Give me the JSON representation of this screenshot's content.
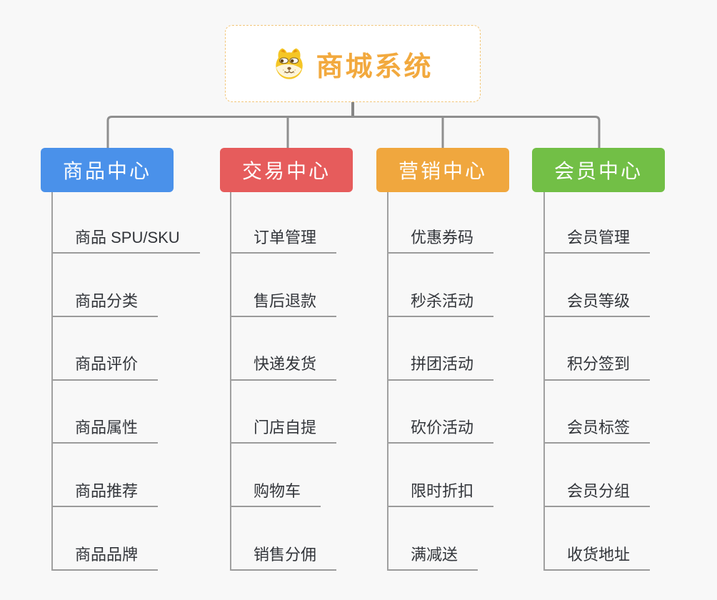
{
  "root": {
    "label": "商城系统",
    "icon": "dog-icon",
    "text_color": "#f2a93e",
    "border_color": "#f2c679"
  },
  "branches": [
    {
      "label": "商品中心",
      "color": "#4a91ea",
      "items": [
        "商品 SPU/SKU",
        "商品分类",
        "商品评价",
        "商品属性",
        "商品推荐",
        "商品品牌"
      ]
    },
    {
      "label": "交易中心",
      "color": "#e65c5c",
      "items": [
        "订单管理",
        "售后退款",
        "快递发货",
        "门店自提",
        "购物车",
        "销售分佣"
      ]
    },
    {
      "label": "营销中心",
      "color": "#f0a73e",
      "items": [
        "优惠券码",
        "秒杀活动",
        "拼团活动",
        "砍价活动",
        "限时折扣",
        "满减送"
      ]
    },
    {
      "label": "会员中心",
      "color": "#72bf46",
      "items": [
        "会员管理",
        "会员等级",
        "积分签到",
        "会员标签",
        "会员分组",
        "收货地址"
      ]
    }
  ],
  "colors": {
    "background": "#f8f8f8",
    "connector": "#8f8f8f",
    "leaf_line": "#a0a0a0",
    "leaf_text": "#32353a"
  }
}
